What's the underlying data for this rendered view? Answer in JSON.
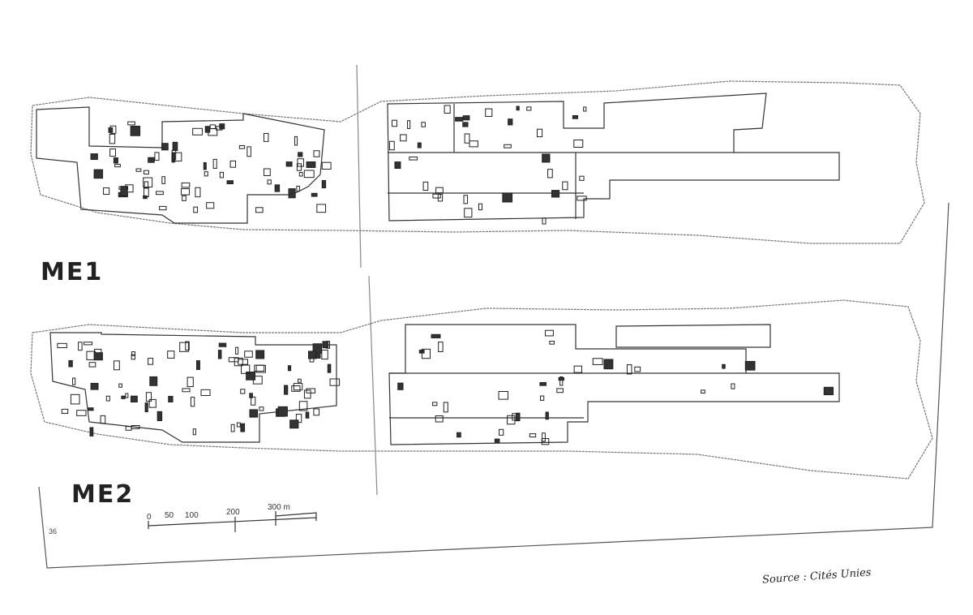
{
  "map": {
    "labels": {
      "top": "ME1",
      "bottom": "ME2"
    },
    "scale_bar": {
      "ticks": [
        "0",
        "50",
        "100",
        "200",
        "300 m"
      ]
    },
    "corner_number": "36",
    "source": "Source : Cités Unies"
  }
}
